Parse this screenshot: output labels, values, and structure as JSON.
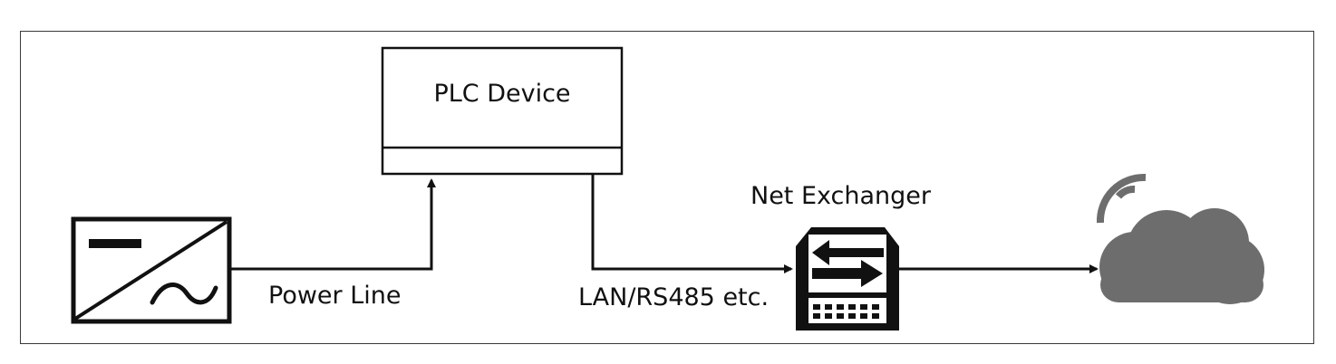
{
  "diagram": {
    "plc_device": {
      "label": "PLC Device"
    },
    "net_exchanger": {
      "label": "Net Exchanger"
    },
    "connections": [
      {
        "from": "inverter",
        "to": "plc_device",
        "label": "Power Line"
      },
      {
        "from": "plc_device",
        "to": "net_exchanger",
        "label": "LAN/RS485 etc."
      },
      {
        "from": "net_exchanger",
        "to": "cloud",
        "label": ""
      }
    ],
    "icons": {
      "inverter": "inverter-icon",
      "exchanger": "network-switch-icon",
      "cloud": "cloud-icon",
      "wifi": "wireless-signal-icon"
    },
    "colors": {
      "line": "#111111",
      "cloud": "#6d6d6d",
      "frame": "#3a3a3a"
    }
  }
}
